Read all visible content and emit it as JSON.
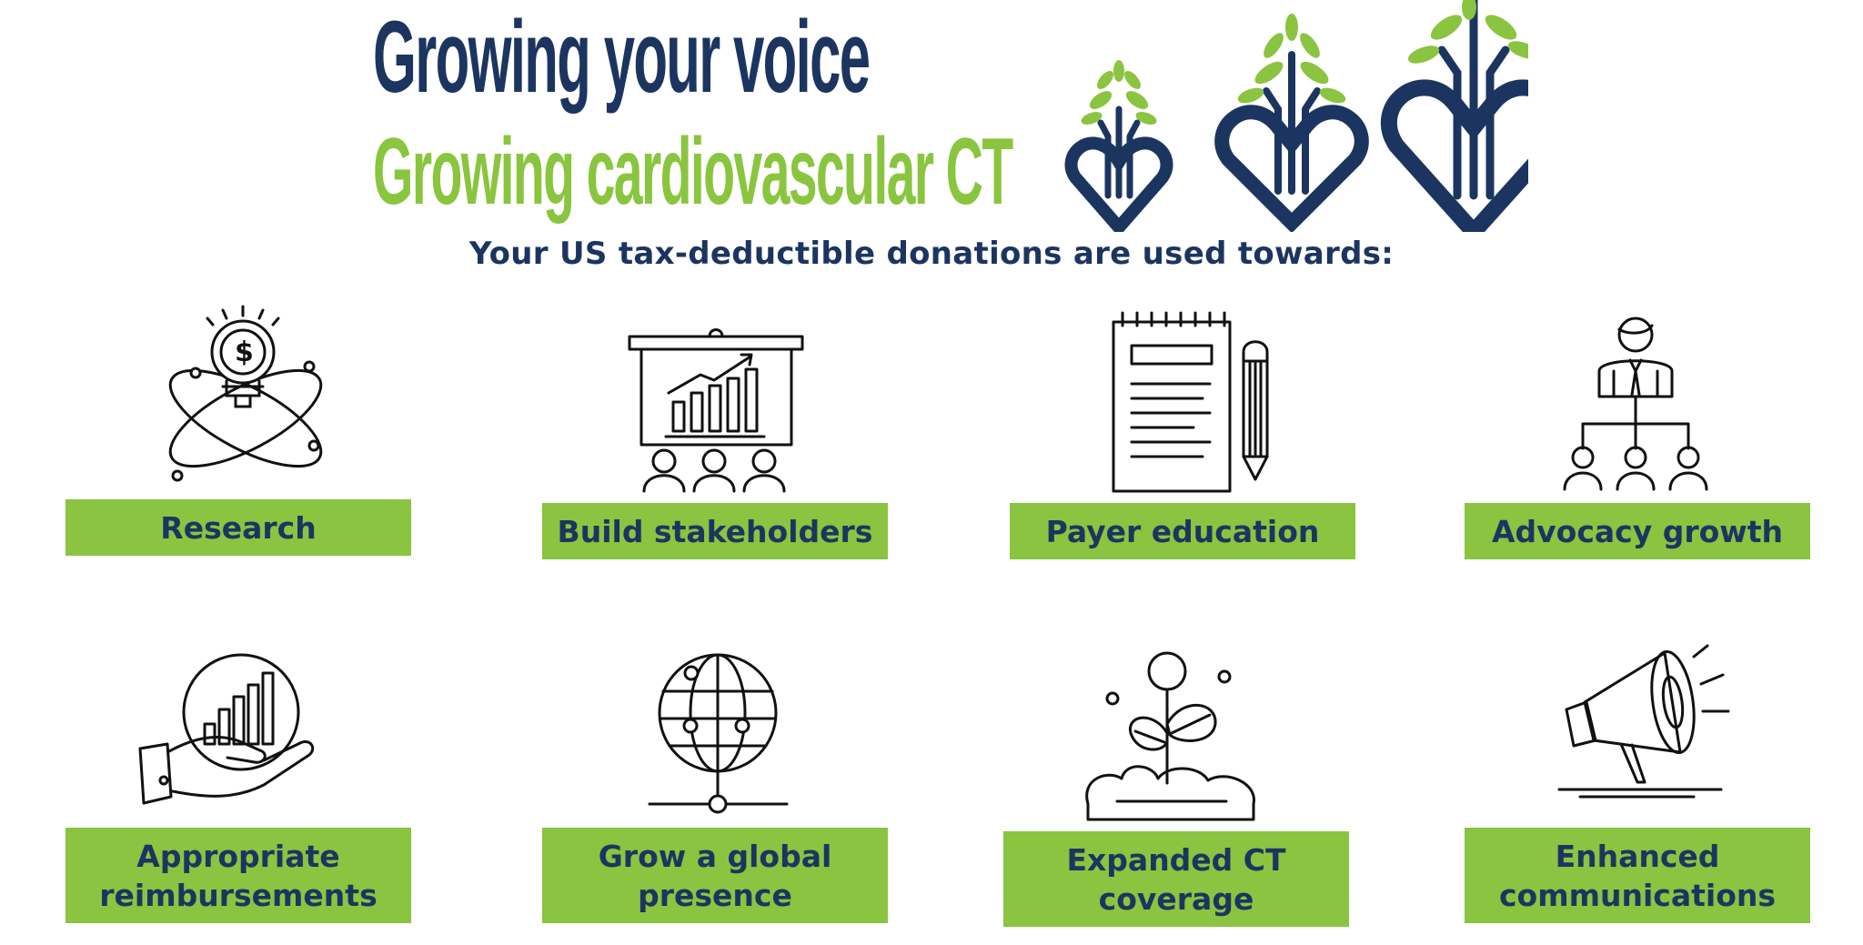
{
  "header": {
    "headline_1": "Growing your voice",
    "headline_2": "Growing cardiovascular CT",
    "tagline": "Your US tax-deductible donations are used towards:"
  },
  "colors": {
    "navy": "#1c3560",
    "green": "#8ac440",
    "icon_stroke": "#111111"
  },
  "items": [
    {
      "icon": "lightbulb-dollar-atom-icon",
      "label_1": "Research",
      "label_2": ""
    },
    {
      "icon": "presentation-audience-icon",
      "label_1": "Build stakeholders",
      "label_2": ""
    },
    {
      "icon": "notepad-pencil-icon",
      "label_1": "Payer education",
      "label_2": ""
    },
    {
      "icon": "org-chart-icon",
      "label_1": "Advocacy growth",
      "label_2": ""
    },
    {
      "icon": "hand-growth-chart-icon",
      "label_1": "Appropriate",
      "label_2": "reimbursements"
    },
    {
      "icon": "globe-network-icon",
      "label_1": "Grow a global",
      "label_2": "presence"
    },
    {
      "icon": "plant-sprout-icon",
      "label_1": "Expanded CT",
      "label_2": "coverage"
    },
    {
      "icon": "megaphone-icon",
      "label_1": "Enhanced",
      "label_2": "communications"
    }
  ]
}
